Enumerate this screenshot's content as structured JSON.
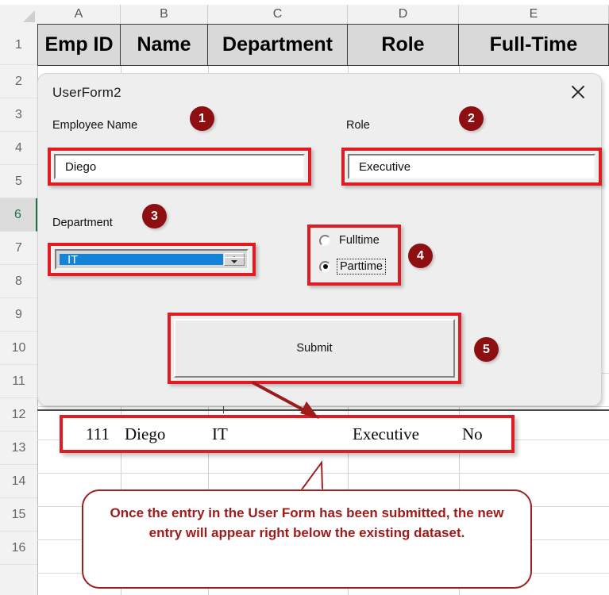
{
  "spreadsheet": {
    "column_headers": [
      "A",
      "B",
      "C",
      "D",
      "E"
    ],
    "row_numbers": [
      "1",
      "2",
      "3",
      "4",
      "5",
      "6",
      "7",
      "8",
      "9",
      "10",
      "11",
      "12",
      "13",
      "14",
      "15",
      "16"
    ],
    "active_row": "6",
    "table_headers": [
      "Emp ID",
      "Name",
      "Department",
      "Role",
      "Full-Time"
    ],
    "new_entry_row": {
      "emp_id": "111",
      "name": "Diego",
      "department": "IT",
      "role": "Executive",
      "full_time": "No"
    }
  },
  "userform": {
    "title": "UserForm2",
    "close_icon": "close-x-icon",
    "fields": {
      "employee_name_label": "Employee Name",
      "employee_name_value": "Diego",
      "role_label": "Role",
      "role_value": "Executive",
      "department_label": "Department",
      "department_value": "IT",
      "spin_up_icon": "spin-up-arrow-icon",
      "spin_down_icon": "spin-down-arrow-icon"
    },
    "radio_options": [
      {
        "label": "Fulltime",
        "checked": false,
        "focused": false
      },
      {
        "label": "Parttime",
        "checked": true,
        "focused": true
      }
    ],
    "submit_label": "Submit"
  },
  "annotations": {
    "badges": [
      "1",
      "2",
      "3",
      "4",
      "5"
    ],
    "callout_text": "Once the entry in the User Form has been submitted, the new entry will appear right below the existing dataset."
  },
  "colors": {
    "annotation_red": "#e11b22",
    "badge_maroon": "#8d0f12",
    "callout_red": "#9e1b1b",
    "selection_blue": "#1584d8",
    "header_gray": "#d9d9d9",
    "form_gray": "#eeeeee",
    "excel_green": "#217346"
  }
}
